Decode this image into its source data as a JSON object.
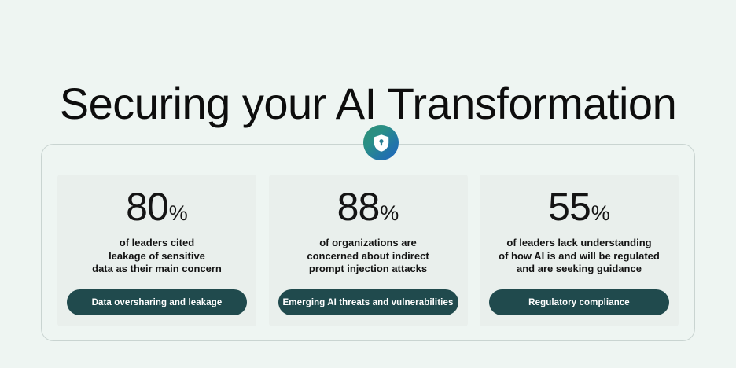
{
  "header": {
    "title": "Securing your AI Transformation"
  },
  "badge": {
    "icon": "shield-lock-icon",
    "gradient_from": "#2e8f76",
    "gradient_to": "#1f64c0"
  },
  "panel": {
    "border_color": "#c9d4d1",
    "background": "#eef5f2"
  },
  "cards": [
    {
      "number": "80",
      "percent_symbol": "%",
      "description": "of leaders cited\nleakage of sensitive\ndata as their main concern",
      "button_label": "Data oversharing and leakage",
      "button_color": "#204a4d"
    },
    {
      "number": "88",
      "percent_symbol": "%",
      "description": "of organizations are\nconcerned about indirect\nprompt injection attacks",
      "button_label": "Emerging AI threats and vulnerabilities",
      "button_color": "#204a4d"
    },
    {
      "number": "55",
      "percent_symbol": "%",
      "description": "of leaders lack understanding\nof how AI is and will be regulated\nand are seeking guidance",
      "button_label": "Regulatory compliance",
      "button_color": "#204a4d"
    }
  ]
}
